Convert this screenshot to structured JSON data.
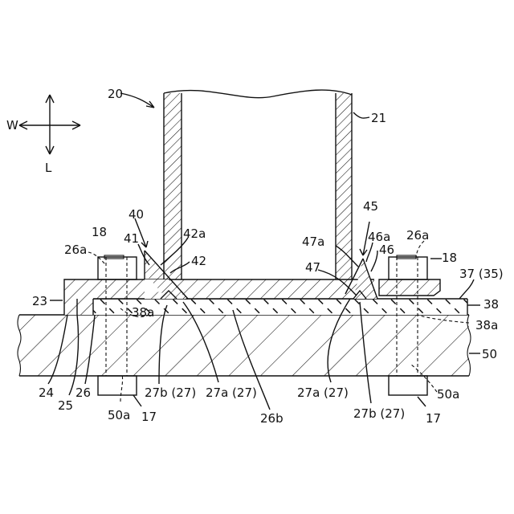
{
  "figure": {
    "direction": {
      "w": "W",
      "l": "L"
    },
    "labels": {
      "l20": "20",
      "l21": "21",
      "l40": "40",
      "l41": "41",
      "l42a": "42a",
      "l42": "42",
      "l45": "45",
      "l46a": "46a",
      "l47a": "47a",
      "l47": "47",
      "l46": "46",
      "l18_left": "18",
      "l18_right": "18",
      "l26a_left": "26a",
      "l26a_right": "26a",
      "l37": "37 (35)",
      "l38": "38",
      "l38a_left": "38a",
      "l38a_right": "38a",
      "l23": "23",
      "l50": "50",
      "l50a_left": "50a",
      "l50a_right": "50a",
      "l24": "24",
      "l25": "25",
      "l26": "26",
      "l27b_left": "27b (27)",
      "l27a_left": "27a (27)",
      "l26b": "26b",
      "l27a_right": "27a (27)",
      "l27b_right": "27b (27)",
      "l17_left": "17",
      "l17_right": "17"
    }
  }
}
